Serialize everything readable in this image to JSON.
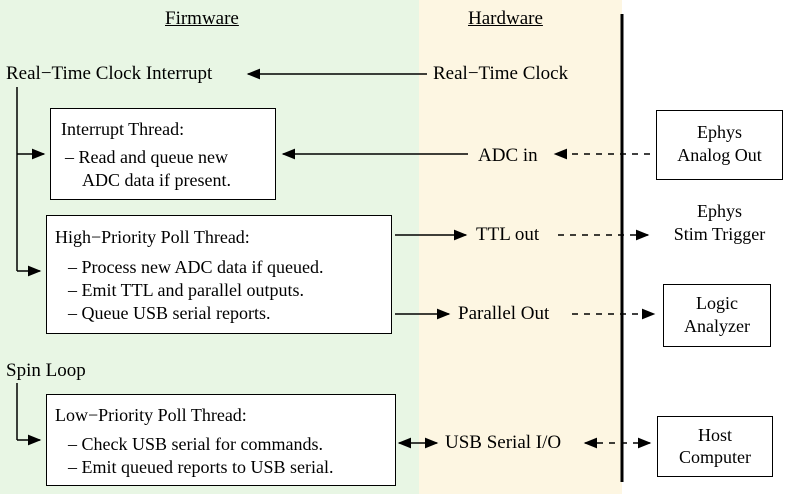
{
  "headers": {
    "firmware": "Firmware",
    "hardware": "Hardware"
  },
  "firmware": {
    "rtc_interrupt": "Real−Time Clock Interrupt",
    "spin_loop": "Spin Loop",
    "interrupt_thread": {
      "title": "Interrupt Thread:",
      "lines": [
        "– Read and queue new",
        "ADC data if present."
      ]
    },
    "high_priority_thread": {
      "title": "High−Priority Poll Thread:",
      "lines": [
        "– Process new ADC data if queued.",
        "– Emit TTL and parallel outputs.",
        "– Queue USB serial reports."
      ]
    },
    "low_priority_thread": {
      "title": "Low−Priority Poll Thread:",
      "lines": [
        "– Check USB serial for commands.",
        "– Emit queued reports to USB serial."
      ]
    }
  },
  "hardware": {
    "rtc": "Real−Time Clock",
    "adc_in": "ADC in",
    "ttl_out": "TTL out",
    "parallel_out": "Parallel Out",
    "usb_serial": "USB Serial I/O"
  },
  "external": {
    "ephys_analog": [
      "Ephys",
      "Analog Out"
    ],
    "ephys_stim": [
      "Ephys",
      "Stim Trigger"
    ],
    "logic_analyzer": [
      "Logic",
      "Analyzer"
    ],
    "host_computer": [
      "Host",
      "Computer"
    ]
  }
}
